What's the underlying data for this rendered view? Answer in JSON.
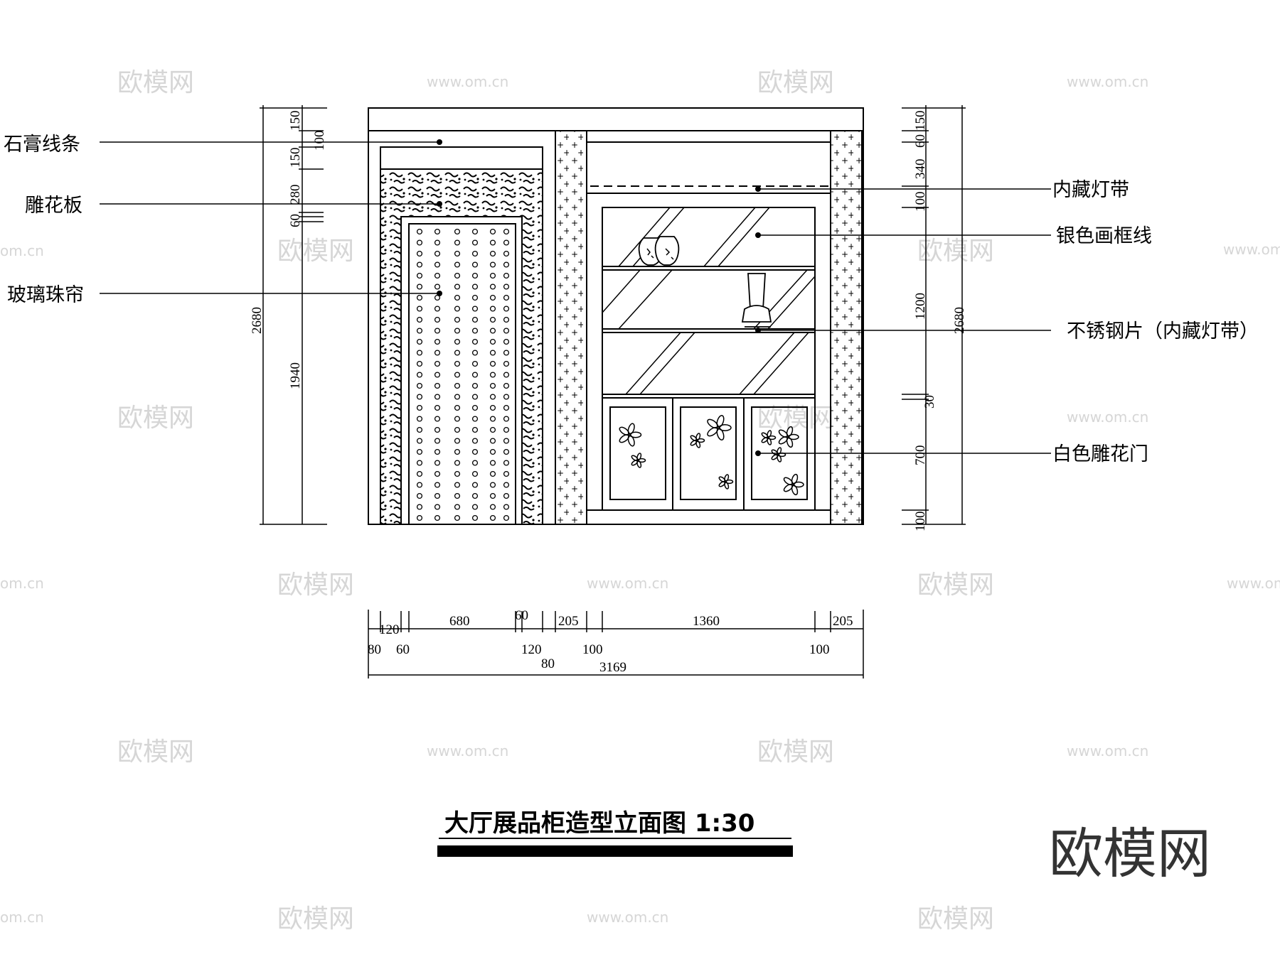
{
  "title": "大厅展品柜造型立面图 1:30",
  "logo": "欧模网",
  "watermarks": [
    "欧模网",
    "www.om.cn",
    "om.cn"
  ],
  "labels": {
    "left": [
      "石膏线条",
      "雕花板",
      "玻璃珠帘"
    ],
    "right": [
      "内藏灯带",
      "银色画框线",
      "不锈钢片（内藏灯带）",
      "白色雕花门"
    ]
  },
  "dims_left": {
    "outer": "2680",
    "top": [
      "150",
      "100",
      "150",
      "280",
      "60"
    ],
    "main": "1940"
  },
  "dims_right": {
    "outer": "2680",
    "top": [
      "150",
      "60",
      "340",
      "100"
    ],
    "mid": [
      "1200",
      "30",
      "700",
      "100"
    ]
  },
  "dims_bottom": {
    "row1": [
      "120",
      "680",
      "60",
      "205",
      "1360",
      "205"
    ],
    "row2": [
      "80",
      "60",
      "120",
      "100",
      "100"
    ],
    "row3": [
      "80"
    ],
    "total": "3169"
  },
  "colors": {
    "line": "#000000",
    "watermark": "#d6d6d6"
  }
}
